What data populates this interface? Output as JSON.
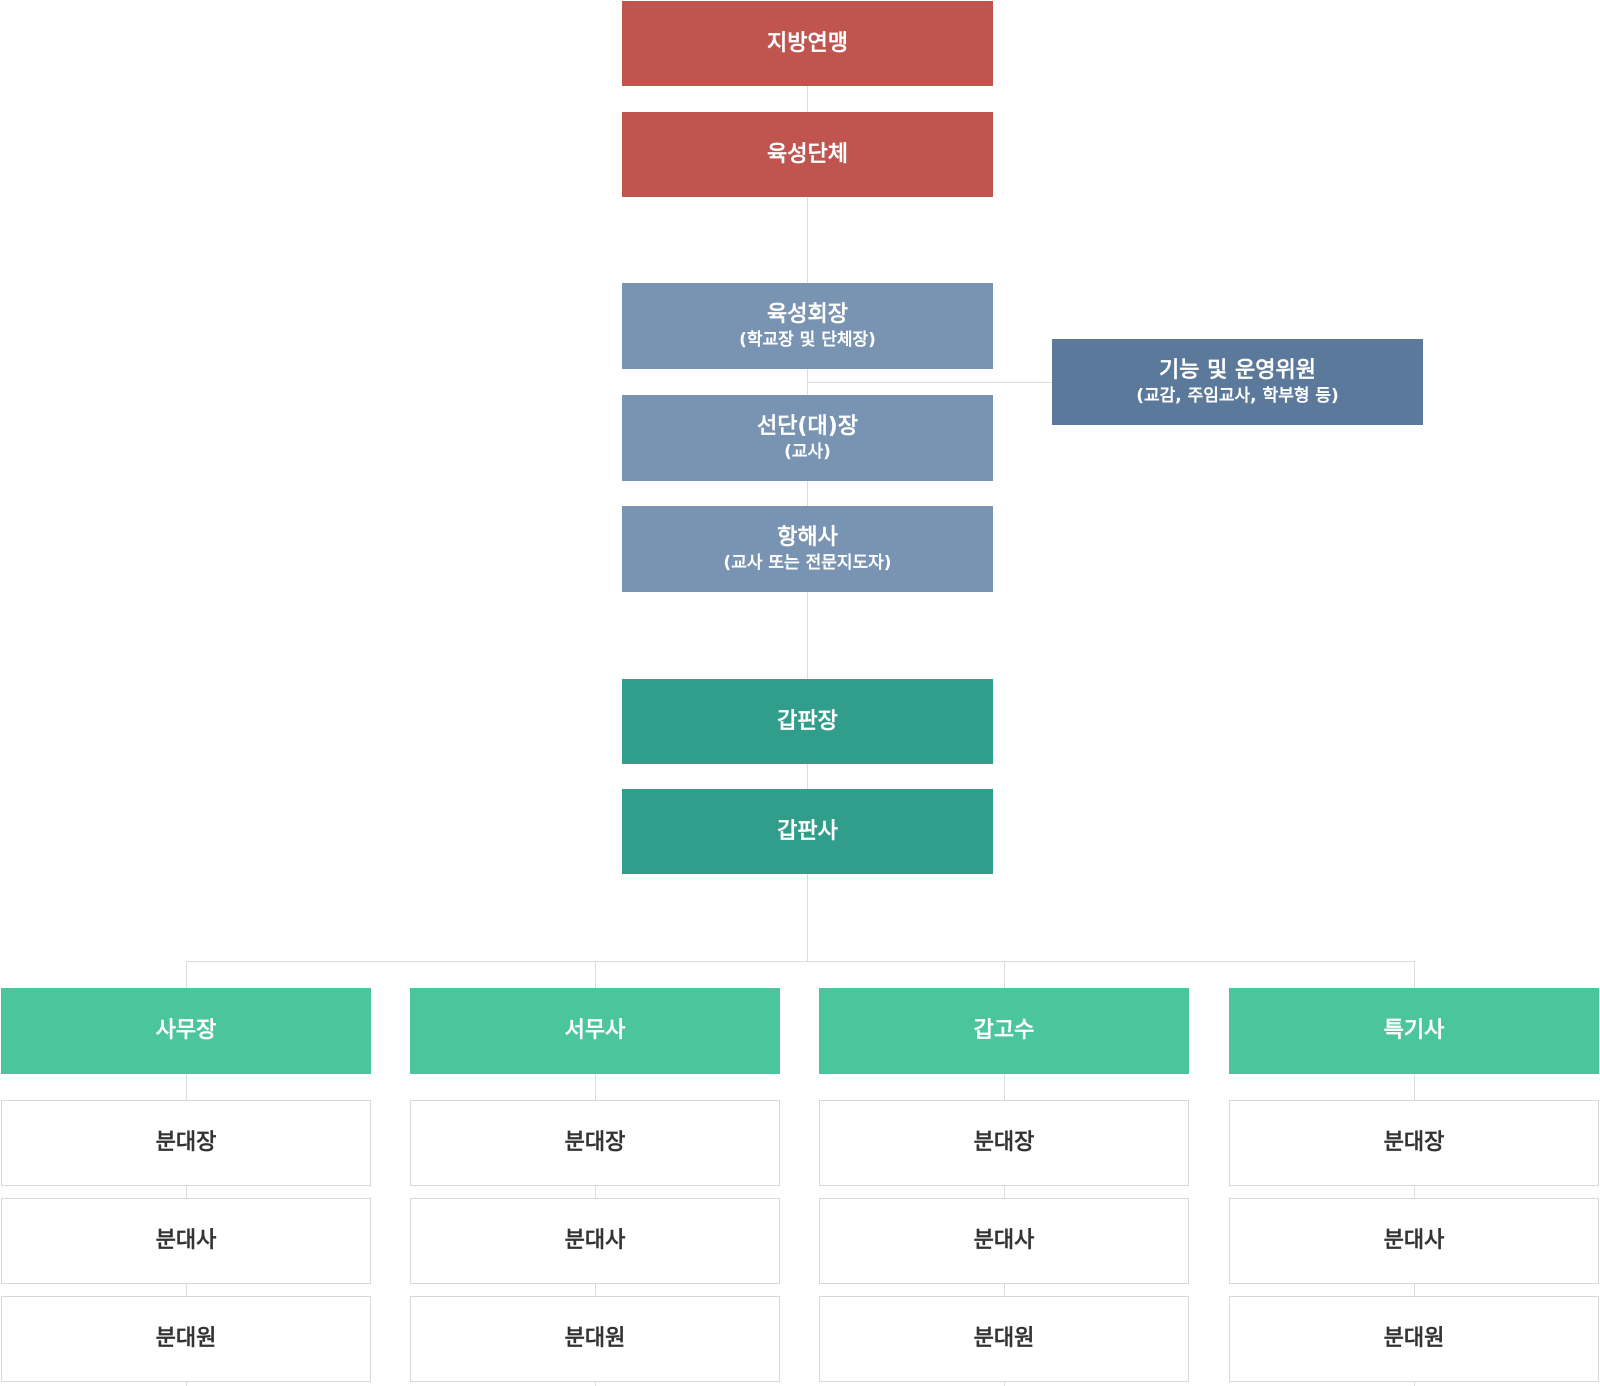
{
  "colors": {
    "federation": "#c0544f",
    "leadership": "#7994b3",
    "committee": "#5b7a9b",
    "deck": "#319d8b",
    "division": "#4bc59b",
    "connector": "#dcdcdc"
  },
  "top": {
    "federation": "지방연맹",
    "organization": "육성단체"
  },
  "leadership": [
    {
      "title": "육성회장",
      "sub": "(학교장 및 단체장)"
    },
    {
      "title": "선단(대)장",
      "sub": "(교사)"
    },
    {
      "title": "항해사",
      "sub": "(교사 또는 전문지도자)"
    }
  ],
  "committee": {
    "title": "기능 및 운영위원",
    "sub": "(교감, 주임교사, 학부형 등)"
  },
  "deck": {
    "chief": "갑판장",
    "officer": "갑판사"
  },
  "divisions": [
    {
      "title": "사무장",
      "units": [
        "분대장",
        "분대사",
        "분대원"
      ]
    },
    {
      "title": "서무사",
      "units": [
        "분대장",
        "분대사",
        "분대원"
      ]
    },
    {
      "title": "갑고수",
      "units": [
        "분대장",
        "분대사",
        "분대원"
      ]
    },
    {
      "title": "특기사",
      "units": [
        "분대장",
        "분대사",
        "분대원"
      ]
    }
  ]
}
